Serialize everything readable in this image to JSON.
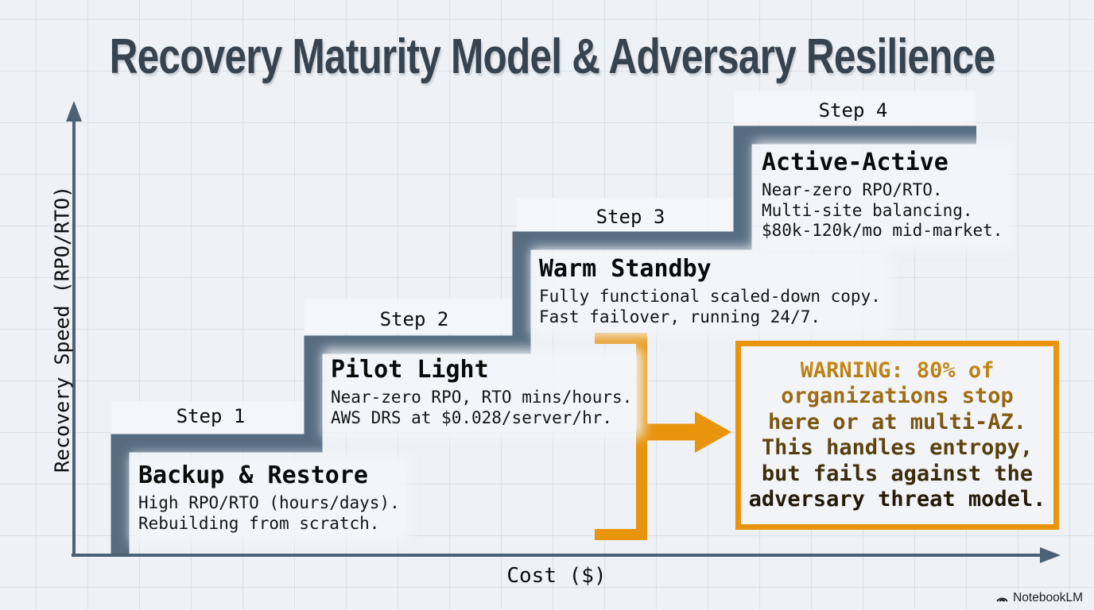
{
  "title": "Recovery Maturity Model & Adversary Resilience",
  "axes": {
    "x_label": "Cost ($)",
    "y_label": "Recovery Speed (RPO/RTO)"
  },
  "steps": [
    {
      "label": "Step 1",
      "name": "Backup & Restore",
      "description": "High RPO/RTO (hours/days).\nRebuilding from scratch."
    },
    {
      "label": "Step 2",
      "name": "Pilot Light",
      "description": "Near-zero RPO, RTO mins/hours.\nAWS DRS at $0.028/server/hr."
    },
    {
      "label": "Step 3",
      "name": "Warm Standby",
      "description": "Fully functional scaled-down copy.\nFast failover, running 24/7."
    },
    {
      "label": "Step 4",
      "name": "Active-Active",
      "description": "Near-zero RPO/RTO.\nMulti-site balancing.\n$80k-120k/mo mid-market."
    }
  ],
  "warning": {
    "text": "WARNING: 80% of\norganizations stop\nhere or at multi-AZ.\nThis handles entropy,\nbut fails against the\nadversary threat model."
  },
  "watermark": "NotebookLM",
  "colors": {
    "stair": "#566c80",
    "axis": "#4c6173",
    "accent_orange": "#e8940d",
    "title": "#374450",
    "background": "#eef1f5",
    "warning_text_top": "#cd8d16",
    "warning_text_bottom": "#171106"
  }
}
